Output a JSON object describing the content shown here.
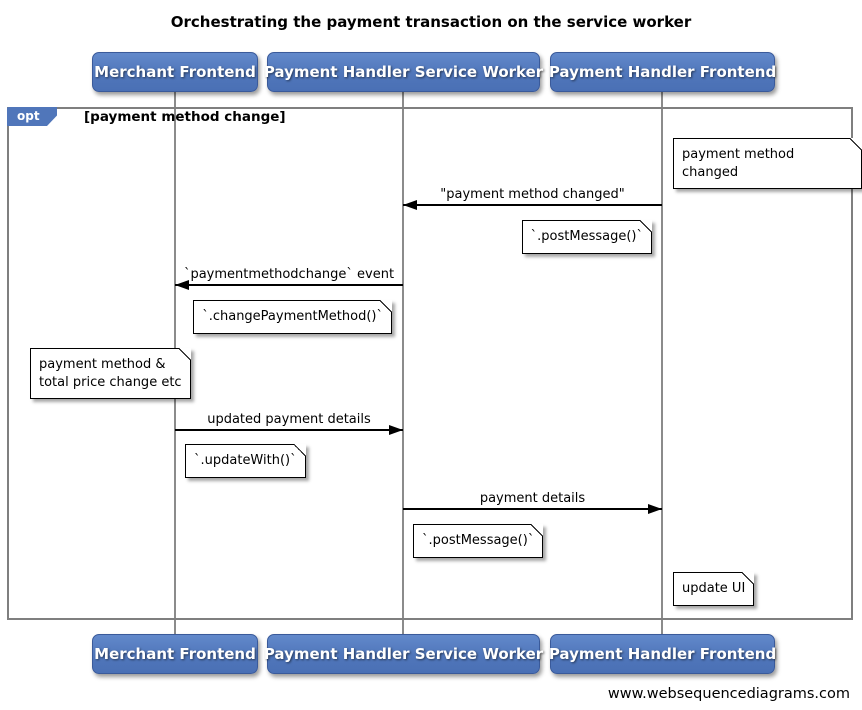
{
  "title": "Orchestrating the payment transaction on the service worker",
  "watermark": "www.websequencediagrams.com",
  "colors": {
    "actor_fill": "#5076BA",
    "actor_border": "#3A5A9A",
    "actor_text": "#FFFFFF",
    "frame_border": "#7F7F7F",
    "lifeline": "#8B8B8B",
    "note_fill": "#FFFFFF",
    "note_border": "#000000",
    "arrow": "#000000",
    "background": "#FFFFFF"
  },
  "actors": [
    {
      "label": "Merchant Frontend"
    },
    {
      "label": "Payment Handler Service Worker"
    },
    {
      "label": "Payment Handler Frontend"
    }
  ],
  "fragment": {
    "operator": "opt",
    "condition": "[payment method change]"
  },
  "messages": [
    {
      "label": "\"payment method changed\"",
      "from": "Payment Handler Frontend",
      "to": "Payment Handler Service Worker",
      "direction": "left"
    },
    {
      "label": "`paymentmethodchange` event",
      "from": "Payment Handler Service Worker",
      "to": "Merchant Frontend",
      "direction": "left"
    },
    {
      "label": "updated payment details",
      "from": "Merchant Frontend",
      "to": "Payment Handler Service Worker",
      "direction": "right"
    },
    {
      "label": "payment details",
      "from": "Payment Handler Service Worker",
      "to": "Payment Handler Frontend",
      "direction": "right"
    }
  ],
  "notes": [
    {
      "text": "payment method changed"
    },
    {
      "text": "`.postMessage()`"
    },
    {
      "text": "`.changePaymentMethod()`"
    },
    {
      "text": "payment method &\ntotal price change etc"
    },
    {
      "text": "`.updateWith()`"
    },
    {
      "text": "`.postMessage()`"
    },
    {
      "text": "update UI"
    }
  ]
}
